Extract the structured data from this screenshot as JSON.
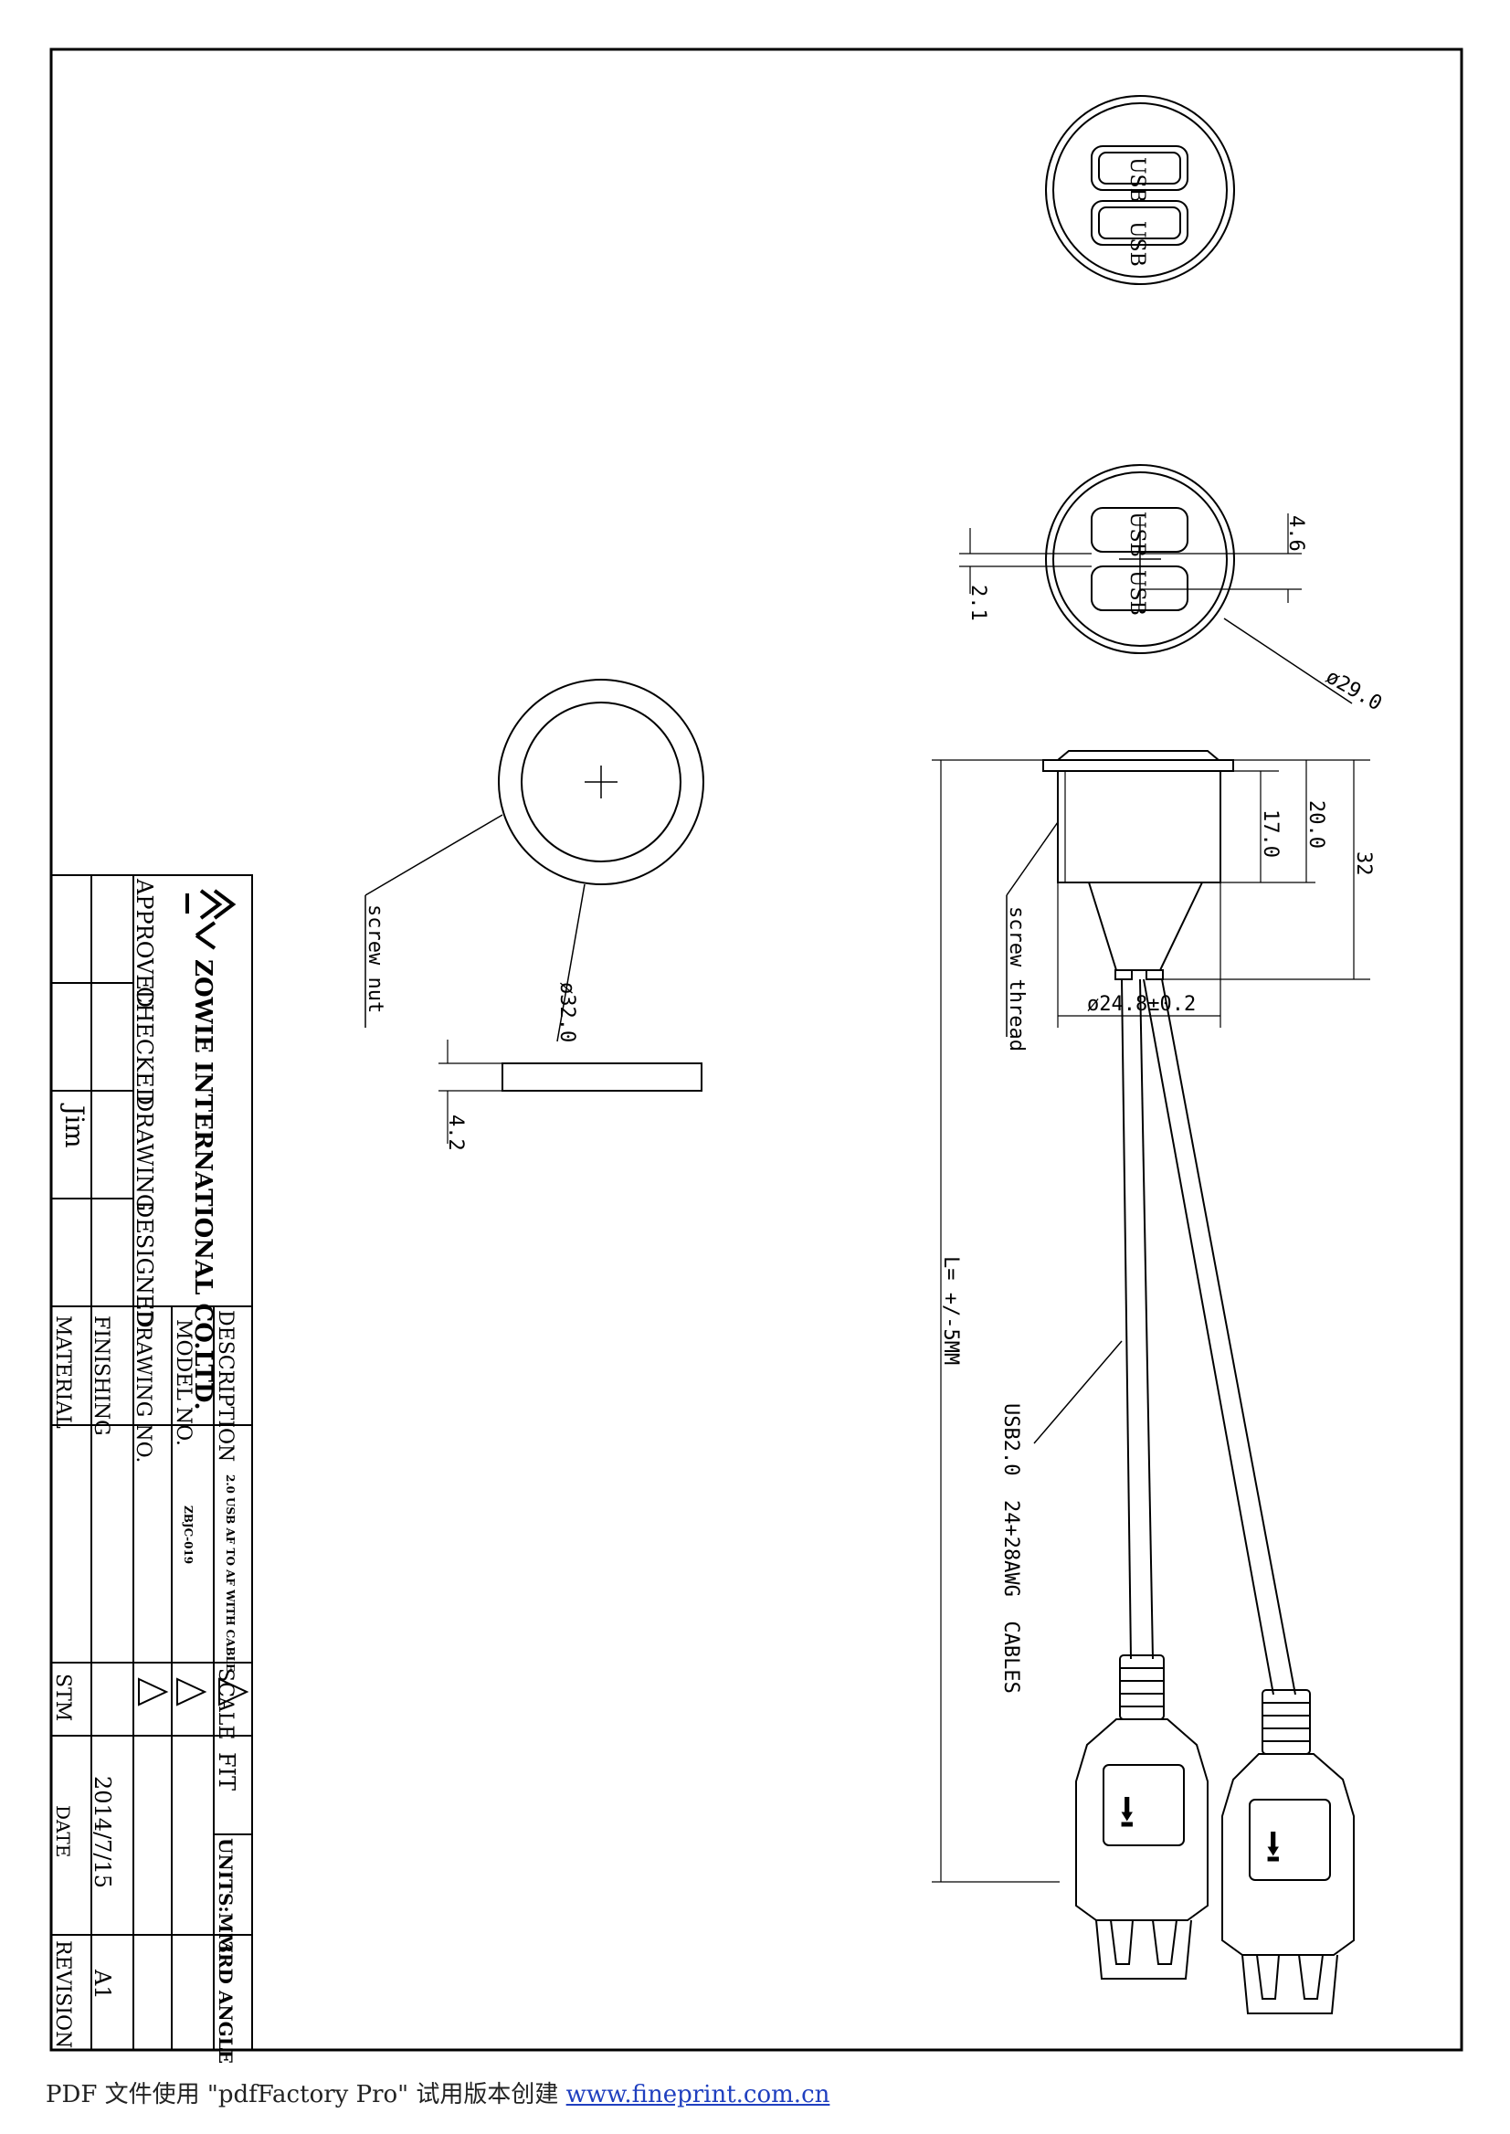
{
  "top_view": {
    "port1": "USB",
    "port2": "USB"
  },
  "front_view": {
    "port1": "USB",
    "port2": "USB",
    "dim_spacing": "4.6",
    "dim_height": "2.1",
    "dim_diameter": "ø29.0"
  },
  "nut_view": {
    "label": "screw nut",
    "dim_diameter": "ø32.0",
    "dim_thickness": "4.2"
  },
  "side_view": {
    "label": "screw thread",
    "dim_flange": "20.0",
    "dim_thread": "17.0",
    "dim_total": "32",
    "dim_diameter": "ø24.8±0.2",
    "dim_length": "L= +/-5MM",
    "cable_note": "USB2.0  24+28AWG  CABLES"
  },
  "title_block": {
    "company": "ZOWIE INTERNATIONAL CO.LTD.",
    "approved": "APPROVED",
    "checked": "CHECKED",
    "drawing": "DRAWING",
    "designed": "DESIGNED",
    "drawer": "Jim",
    "description_label": "DESCRIPTION",
    "description_value": "2.0 USB AF TO AF WITH CABLE",
    "model_label": "MODEL NO.",
    "model_value": "ZBJC-019",
    "drawing_no_label": "DRAWING NO.",
    "finishing_label": "FINISHING",
    "material_label": "MATERIAL",
    "scale_label": "SCALE",
    "scale_value": "FIT",
    "units": "UNITS:MM",
    "angle": "3RD ANGLE",
    "stm": "STM",
    "date_label": "DATE",
    "date_value": "2014/7/15",
    "revision_label": "REVISION",
    "revision_value": "A1"
  },
  "footer": {
    "text": "PDF 文件使用 \"pdfFactory Pro\" 试用版本创建 ",
    "link": "www.fineprint.com.cn"
  }
}
